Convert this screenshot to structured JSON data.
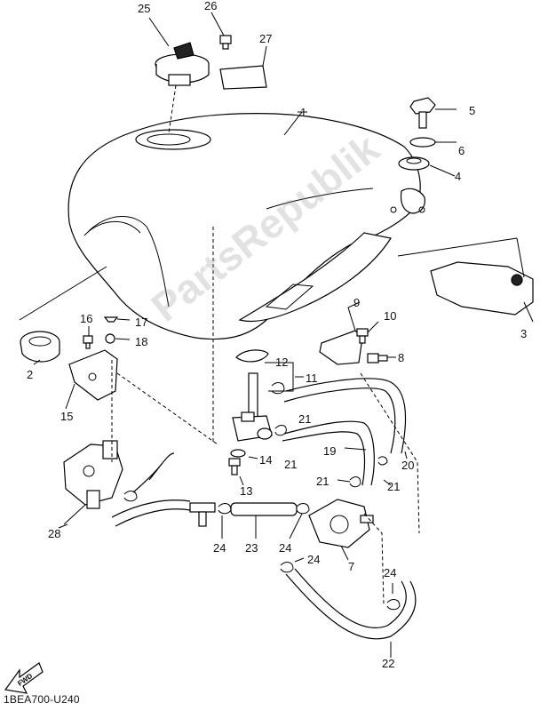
{
  "diagram": {
    "document_code": "1BEA700-U240",
    "fwd_label": "FWD",
    "watermark": "PartsRepublik",
    "callouts": [
      {
        "id": "c1",
        "label": "1"
      },
      {
        "id": "c2",
        "label": "2"
      },
      {
        "id": "c3",
        "label": "3"
      },
      {
        "id": "c4",
        "label": "4"
      },
      {
        "id": "c5",
        "label": "5"
      },
      {
        "id": "c6",
        "label": "6"
      },
      {
        "id": "c7",
        "label": "7"
      },
      {
        "id": "c8",
        "label": "8"
      },
      {
        "id": "c9",
        "label": "9"
      },
      {
        "id": "c10",
        "label": "10"
      },
      {
        "id": "c11",
        "label": "11"
      },
      {
        "id": "c12",
        "label": "12"
      },
      {
        "id": "c13",
        "label": "13"
      },
      {
        "id": "c14",
        "label": "14"
      },
      {
        "id": "c15",
        "label": "15"
      },
      {
        "id": "c16",
        "label": "16"
      },
      {
        "id": "c17",
        "label": "17"
      },
      {
        "id": "c18",
        "label": "18"
      },
      {
        "id": "c19",
        "label": "19"
      },
      {
        "id": "c20",
        "label": "20"
      },
      {
        "id": "c21a",
        "label": "21"
      },
      {
        "id": "c21b",
        "label": "21"
      },
      {
        "id": "c21c",
        "label": "21"
      },
      {
        "id": "c21d",
        "label": "21"
      },
      {
        "id": "c22",
        "label": "22"
      },
      {
        "id": "c23",
        "label": "23"
      },
      {
        "id": "c24a",
        "label": "24"
      },
      {
        "id": "c24b",
        "label": "24"
      },
      {
        "id": "c24c",
        "label": "24"
      },
      {
        "id": "c24d",
        "label": "24"
      },
      {
        "id": "c25",
        "label": "25"
      },
      {
        "id": "c26",
        "label": "26"
      },
      {
        "id": "c27",
        "label": "27"
      },
      {
        "id": "c28",
        "label": "28"
      }
    ]
  }
}
